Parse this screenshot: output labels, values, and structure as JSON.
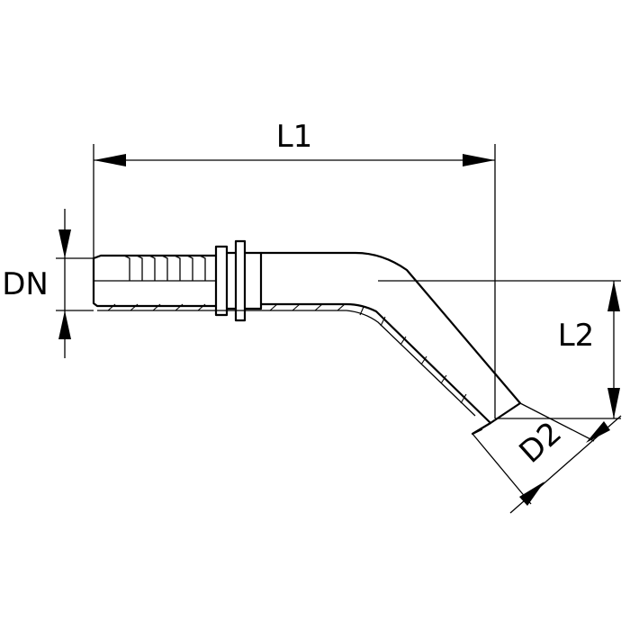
{
  "dimensions": {
    "l1": "L1",
    "l2": "L2",
    "dn": "DN",
    "d2": "D2"
  }
}
